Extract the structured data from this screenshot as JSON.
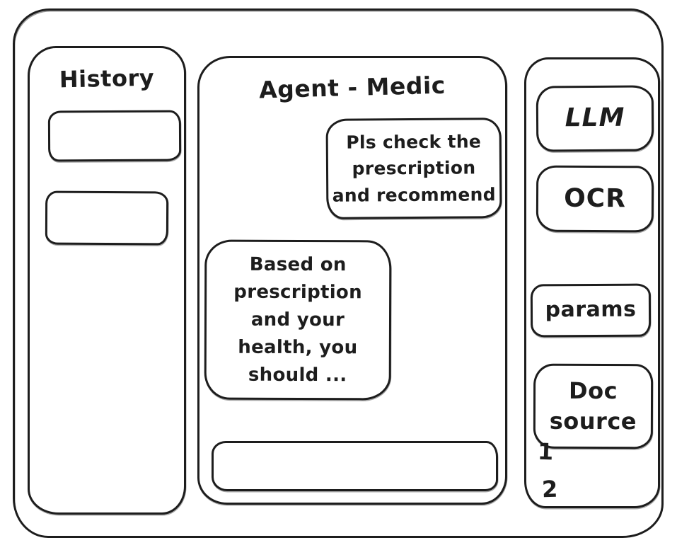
{
  "colors": {
    "ink": "#1d1d1d",
    "background": "#ffffff"
  },
  "history_panel": {
    "title": "History",
    "items": [
      {
        "label": ""
      },
      {
        "label": ""
      }
    ]
  },
  "chat_panel": {
    "title": "Agent - Medic",
    "messages": [
      {
        "role": "user",
        "text": "Pls check the\nprescription\nand recommend"
      },
      {
        "role": "assistant",
        "text": "Based on\nprescription\nand your\nhealth, you\nshould ..."
      }
    ],
    "input": {
      "value": "",
      "placeholder": ""
    }
  },
  "tools_panel": {
    "buttons": [
      {
        "label": "LLM"
      },
      {
        "label": "OCR"
      },
      {
        "label": "params"
      },
      {
        "label": "Doc source"
      }
    ],
    "doc_source_items": [
      "1",
      "2"
    ]
  }
}
